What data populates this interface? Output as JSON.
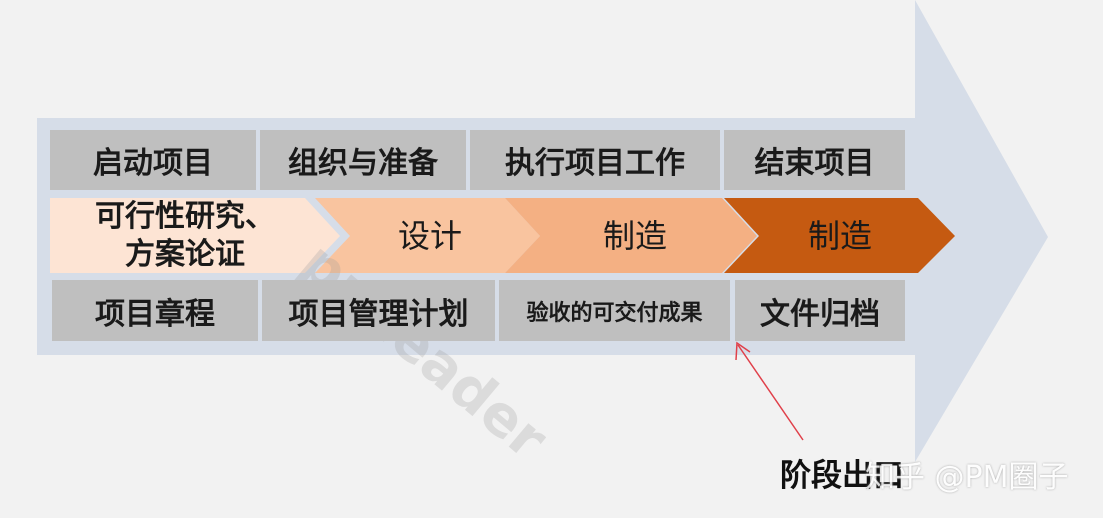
{
  "phases": [
    "启动项目",
    "组织与准备",
    "执行项目工作",
    "结束项目"
  ],
  "stages": [
    "可行性研究、\n方案论证",
    "设计",
    "制造",
    "制造"
  ],
  "deliverables": [
    "项目章程",
    "项目管理计划",
    "验收的可交付成果",
    "文件归档"
  ],
  "annotation": "阶段出口",
  "watermarks": [
    "pmleader",
    "知乎 @PM圈子"
  ],
  "colors": {
    "big_arrow": "#d6dde8",
    "cell": "#bfbfbf",
    "stage_1": "#fde4d4",
    "stage_2": "#f9c49f",
    "stage_3": "#f4b083",
    "stage_4": "#c55a11",
    "pointer": "#e0404a"
  }
}
